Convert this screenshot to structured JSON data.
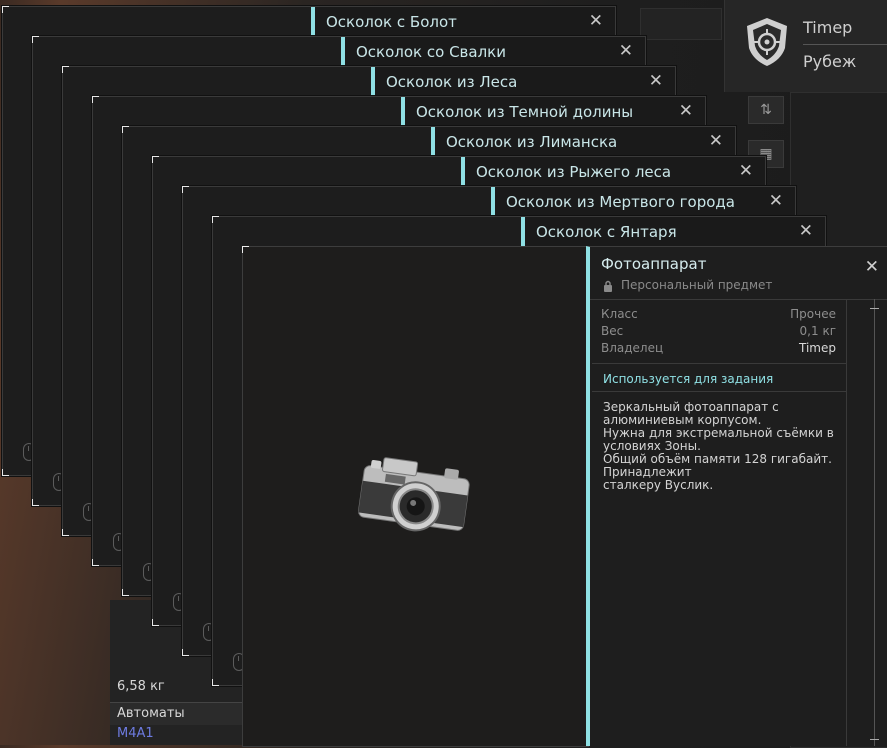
{
  "profile": {
    "name": "Timep",
    "group": "Рубеж",
    "emblem_icon": "crosshair-shield-icon"
  },
  "shards": [
    {
      "title": "Осколок с Болот"
    },
    {
      "title": "Осколок со Свалки"
    },
    {
      "title": "Осколок из Леса"
    },
    {
      "title": "Осколок из Темной долины"
    },
    {
      "title": "Осколок из Лиманска"
    },
    {
      "title": "Осколок из Рыжего леса"
    },
    {
      "title": "Осколок из Мертвого города"
    },
    {
      "title": "Осколок с Янтаря"
    }
  ],
  "item": {
    "title": "Фотоаппарат",
    "subtitle": "Персональный предмет",
    "properties": [
      {
        "label": "Класс",
        "value": "Прочее"
      },
      {
        "label": "Вес",
        "value": "0,1 кг"
      },
      {
        "label": "Владелец",
        "value": "Timep"
      }
    ],
    "quest_note": "Используется для задания",
    "description": "Зеркальный фотоаппарат с\nалюминиевым корпусом.\nНужна для экстремальной съёмки в\nусловиях Зоны.\nОбщий объём памяти 128 гигабайт.\nПринадлежит\nсталкеру Вуслик."
  },
  "inventory": {
    "weight": "6,58 кг",
    "category": "Автоматы"
  },
  "colors": {
    "accent": "#8fe0e4",
    "panel": "#1e1e1e"
  }
}
